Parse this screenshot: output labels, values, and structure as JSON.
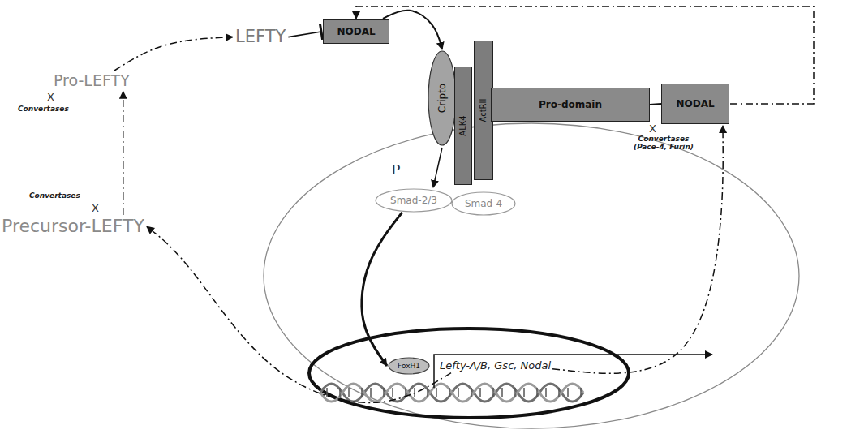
{
  "diagram": {
    "nodes": [
      {
        "text": [
          "LEFTY"
        ]
      },
      {
        "text": [
          "NODAL"
        ]
      },
      {
        "text": [
          "Cripto"
        ]
      },
      {
        "text": [
          "ALK4"
        ]
      },
      {
        "text": [
          "ActRII"
        ]
      },
      {
        "text": [
          "Pro-LEFTY"
        ]
      },
      {
        "text": [
          "Pro-domain"
        ]
      },
      {
        "text": [
          "NODAL"
        ]
      },
      {
        "text": [
          "Smad-2/3"
        ]
      },
      {
        "text": [
          "Smad-4"
        ]
      },
      {
        "text": [
          "Precursor-LEFTY"
        ]
      },
      {
        "text": [
          "FoxH1"
        ]
      },
      {
        "text": [
          "Lefty-A/B, Gsc, Nodal"
        ]
      }
    ],
    "edges": [
      {
        "from": 0,
        "to": 1,
        "arrow": "none"
      },
      {
        "from": 1,
        "to": 2,
        "arrow": "to"
      },
      {
        "from": 2,
        "to": 8,
        "arrow": "to"
      },
      {
        "from": 8,
        "to": 11,
        "arrow": "to"
      },
      {
        "from": 12,
        "to": 10,
        "arrow": "to"
      },
      {
        "from": 10,
        "to": 5,
        "arrow": "to"
      },
      {
        "from": 5,
        "to": 0,
        "arrow": "to"
      },
      {
        "from": 12,
        "to": 7,
        "arrow": "to"
      },
      {
        "from": 7,
        "to": 1,
        "arrow": "to"
      },
      {
        "from": 6,
        "to": 7,
        "arrow": "none"
      }
    ],
    "labels": [
      "P",
      "X",
      "Convertases",
      "X",
      "Convertases",
      "X",
      "Convertases (Pace-4, Furin)"
    ]
  }
}
